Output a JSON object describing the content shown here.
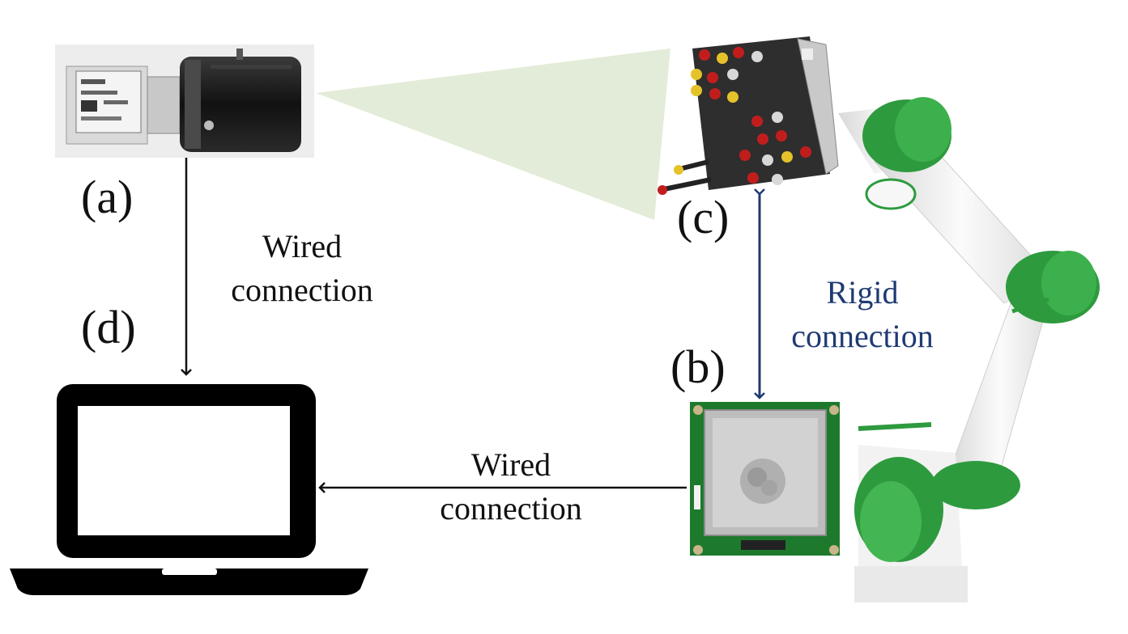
{
  "labels": {
    "a": "(a)",
    "b": "(b)",
    "c": "(c)",
    "d": "(d)"
  },
  "connections": {
    "camera_to_laptop": [
      "Wired",
      "connection"
    ],
    "sensor_to_laptop": [
      "Wired",
      "connection"
    ],
    "sensor_to_target": [
      "Rigid",
      "connection"
    ]
  },
  "colors": {
    "arrow_black": "#111111",
    "arrow_blue": "#1f3a73",
    "view_cone": "#e3ecd8",
    "robot_green": "#2e9a3e",
    "robot_white": "#f4f4f4",
    "pcb_green": "#1d7a2c"
  }
}
